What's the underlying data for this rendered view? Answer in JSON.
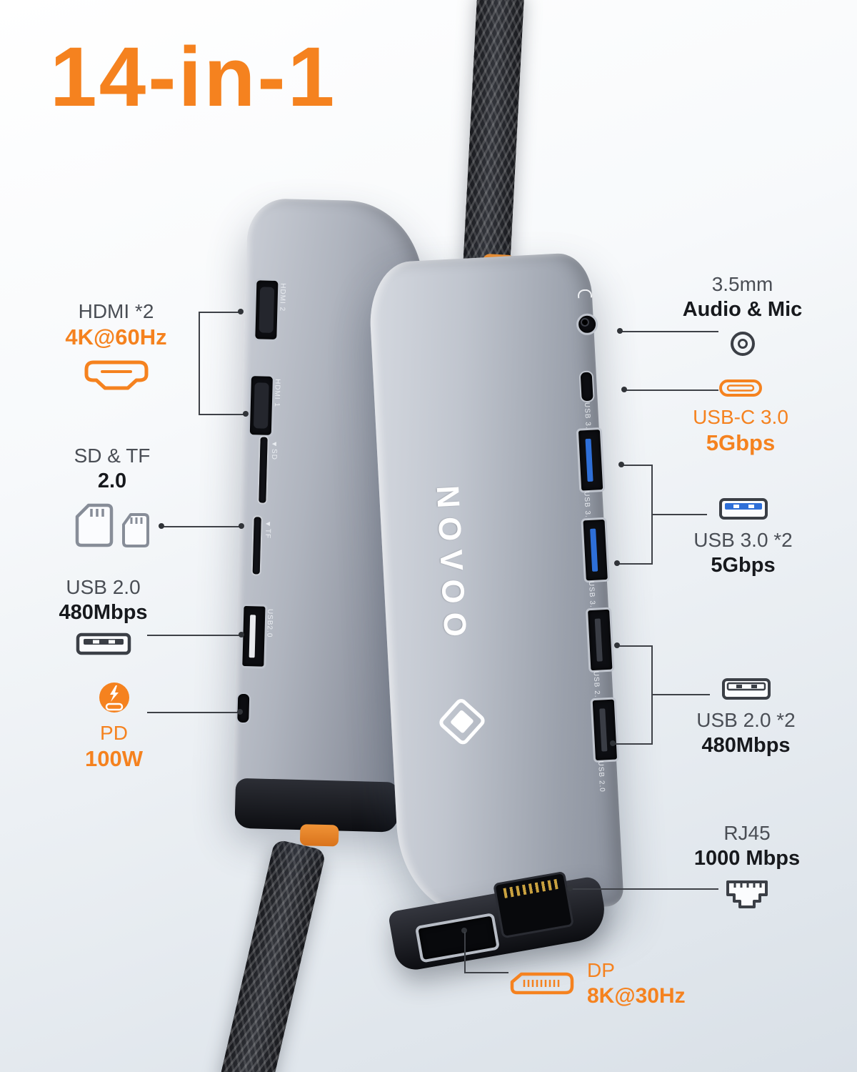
{
  "accent_color": "#F5821F",
  "usb3_blue": "#2E6FD8",
  "title": "14-in-1",
  "brand": "NOVOO",
  "callouts": {
    "hdmi": {
      "label": "HDMI *2",
      "value": "4K@60Hz"
    },
    "sdtf": {
      "label": "SD & TF",
      "value": "2.0"
    },
    "usb2_left": {
      "label": "USB 2.0",
      "value": "480Mbps"
    },
    "pd": {
      "label": "PD",
      "value": "100W"
    },
    "audio": {
      "label": "3.5mm",
      "value": "Audio & Mic"
    },
    "usbc": {
      "label": "USB-C 3.0",
      "value": "5Gbps"
    },
    "usb3x2": {
      "label": "USB 3.0 *2",
      "value": "5Gbps"
    },
    "usb2x2": {
      "label": "USB 2.0 *2",
      "value": "480Mbps"
    },
    "rj45": {
      "label": "RJ45",
      "value": "1000 Mbps"
    },
    "dp": {
      "label": "DP",
      "value": "8K@30Hz"
    }
  },
  "ports": {
    "hdmi2": "HDMI 2",
    "hdmi1": "HDMI 1",
    "sd": "◄SD",
    "tf": "◄TF",
    "usb2": "USB2.0",
    "usbc_top": "USB 3.0",
    "usb3a": "USB 3.0",
    "usb3b": "USB 3.0",
    "usb2a": "USB 2.0",
    "usb2b": "USB 2.0"
  }
}
